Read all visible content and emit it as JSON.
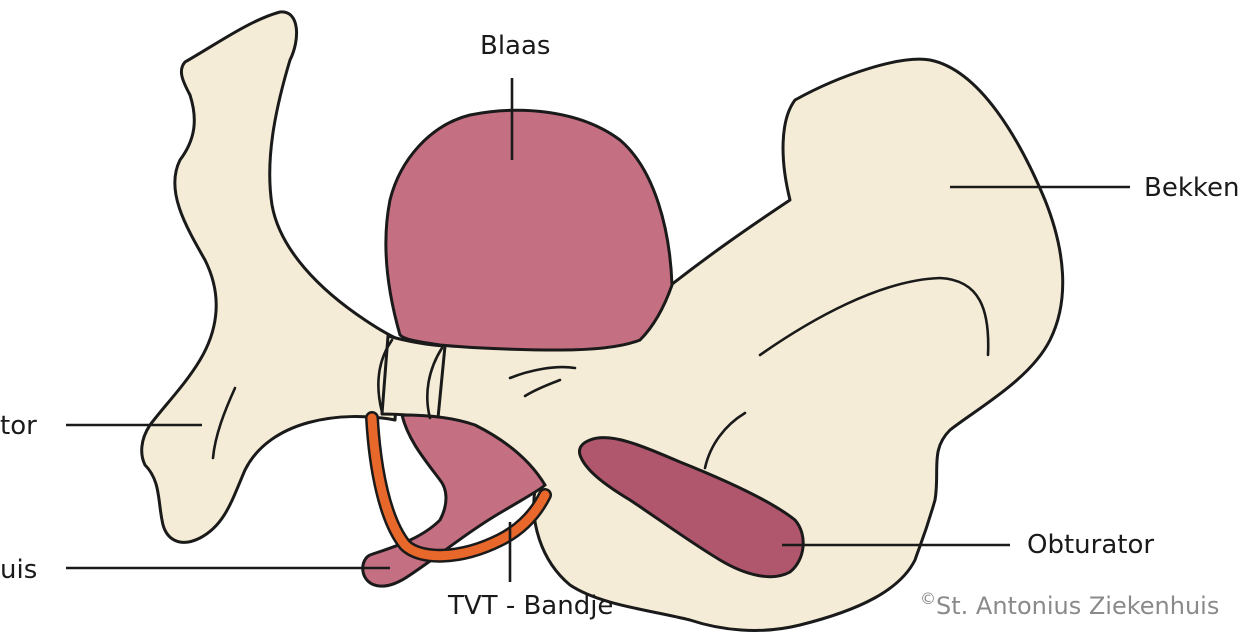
{
  "labels": {
    "bladder": "Blaas",
    "pelvis": "Bekken",
    "obturator_left": "tor",
    "obturator_right": "Obturator",
    "urethra": "uis",
    "tvt": "TVT - Bandje"
  },
  "credit": {
    "symbol": "©",
    "text": "St. Antonius Ziekenhuis"
  },
  "colors": {
    "bone": "#f4ecd6",
    "bladder": "#c56f82",
    "obturator_muscle": "#b0566d",
    "tape": "#e8672a",
    "outline": "#1a1a1a"
  }
}
